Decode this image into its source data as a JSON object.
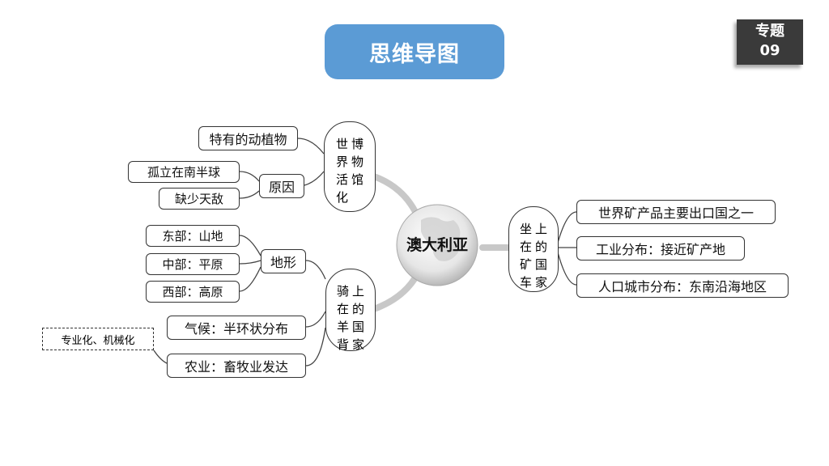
{
  "title": "思维导图",
  "badge": {
    "line1": "专题",
    "line2": "09"
  },
  "center": "澳大利亚",
  "branch1": {
    "label_cols": [
      [
        "世",
        "界",
        "活",
        "化"
      ],
      [
        "博",
        "物",
        "馆"
      ]
    ],
    "items": [
      "特有的动植物",
      "原因"
    ],
    "reasons": [
      "孤立在南半球",
      "缺少天敌"
    ]
  },
  "branch2": {
    "label_cols": [
      [
        "骑",
        "在",
        "羊",
        "背"
      ],
      [
        "上",
        "的",
        "国",
        "家"
      ]
    ],
    "items": [
      "地形",
      "气候：半环状分布",
      "农业：畜牧业发达"
    ],
    "terrain": [
      "东部：山地",
      "中部：平原",
      "西部：高原"
    ],
    "note": "专业化、机械化"
  },
  "branch3": {
    "label_cols": [
      [
        "坐",
        "在",
        "矿",
        "车"
      ],
      [
        "上",
        "的",
        "国",
        "家"
      ]
    ],
    "items": [
      "世界矿产品主要出口国之一",
      "工业分布：接近矿产地",
      "人口城市分布：东南沿海地区"
    ]
  }
}
